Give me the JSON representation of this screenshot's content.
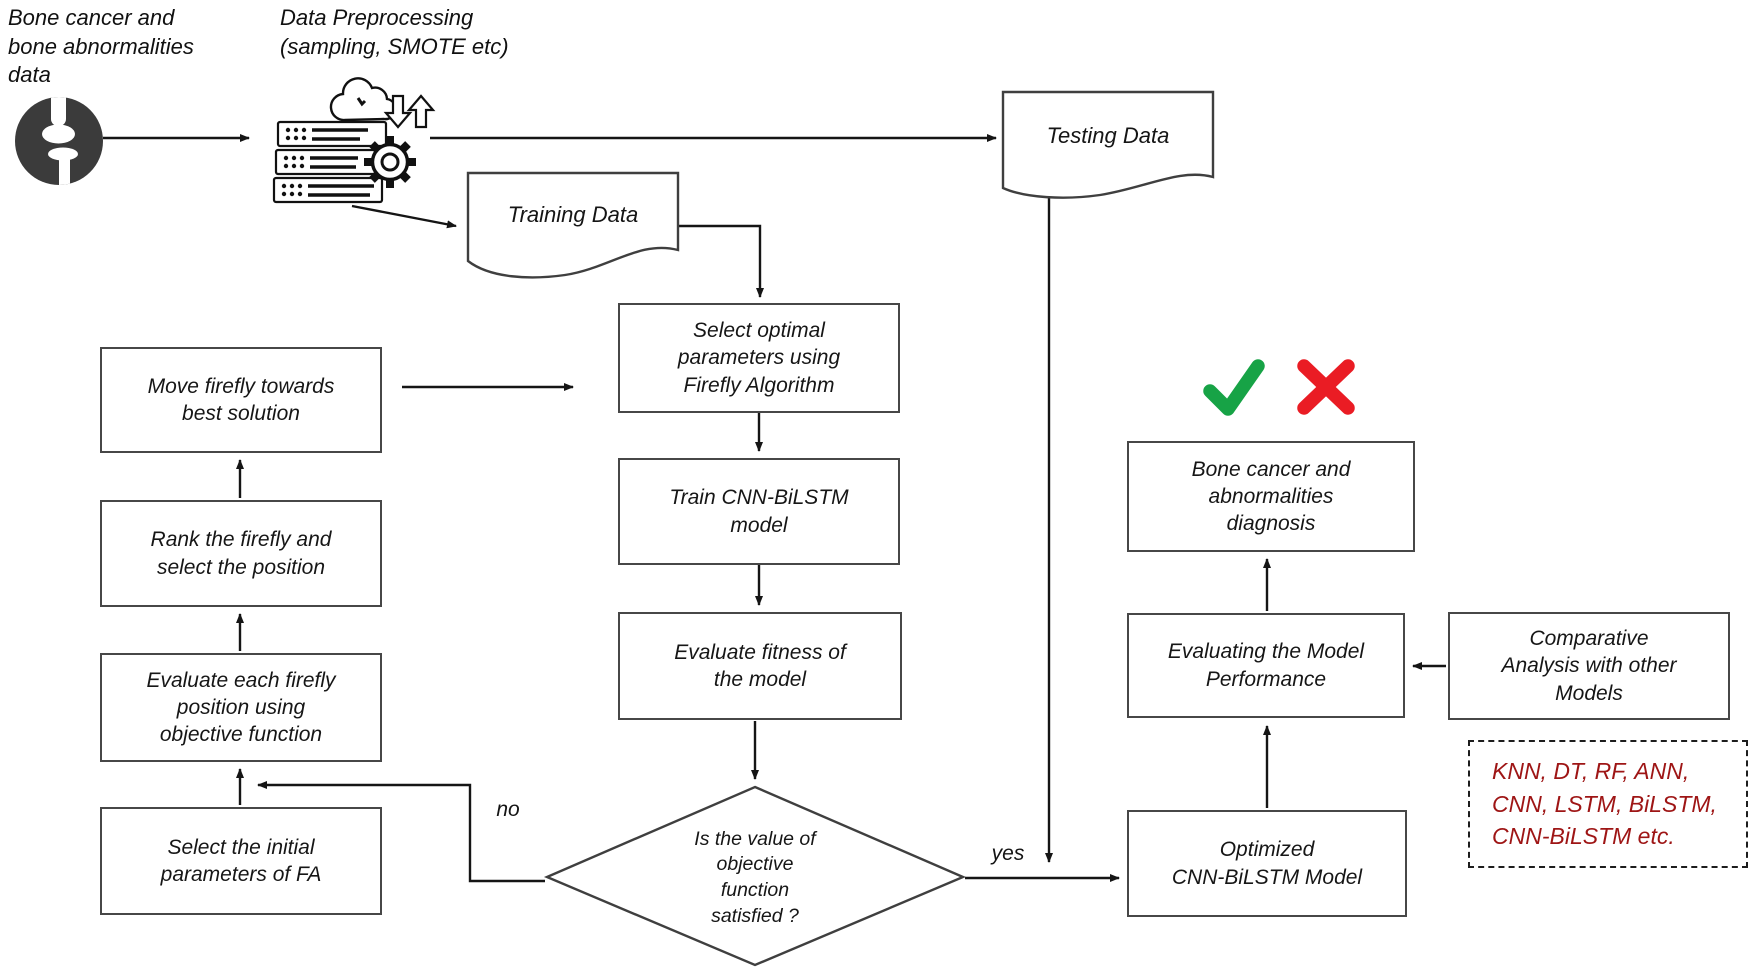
{
  "titles": {
    "source_data": "Bone cancer and\nbone abnormalities\ndata",
    "preprocessing": "Data Preprocessing\n(sampling, SMOTE etc)"
  },
  "documents": {
    "training": "Training Data",
    "testing": "Testing Data"
  },
  "nodes": {
    "move_firefly": "Move firefly towards\nbest solution",
    "rank_firefly": "Rank the firefly and\nselect the position",
    "evaluate_each_firefly": "Evaluate each firefly\nposition using\nobjective function",
    "select_initial": "Select the initial\nparameters of FA",
    "select_optimal": "Select optimal\nparameters using\nFirefly Algorithm",
    "train_model": "Train CNN-BiLSTM\nmodel",
    "evaluate_fitness": "Evaluate fitness of\nthe model",
    "optimized_model": "Optimized\nCNN-BiLSTM Model",
    "evaluating_performance": "Evaluating the Model\nPerformance",
    "diagnosis": "Bone cancer and\nabnormalities\ndiagnosis",
    "comparative_analysis": "Comparative\nAnalysis with other\nModels",
    "other_models_list": "KNN, DT, RF, ANN,\nCNN, LSTM, BiLSTM,\nCNN-BiLSTM etc."
  },
  "decision": {
    "question": "Is the value of\nobjective\nfunction\nsatisfied ?",
    "yes_label": "yes",
    "no_label": "no"
  },
  "icons": {
    "bone_icon": "bone-joint-xray-icon",
    "preprocessing_icon": "servers-cloud-gear-icon",
    "check_icon": "green-check-icon",
    "cross_icon": "red-cross-icon"
  },
  "colors": {
    "check_green": "#17a346",
    "cross_red": "#ea1c24",
    "models_text_red": "#9e1515",
    "line_color": "#151515",
    "box_border": "#474747",
    "bone_icon_fill": "#3b3b3b"
  }
}
